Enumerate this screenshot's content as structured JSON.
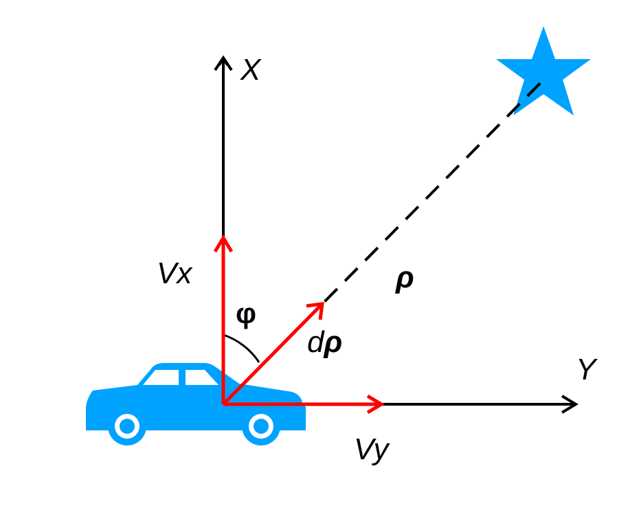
{
  "labels": {
    "x_axis": "X",
    "y_axis": "Y",
    "vx": "Vx",
    "vy": "Vy",
    "phi": "φ",
    "rho": "ρ",
    "d_rho_prefix": "d",
    "d_rho_symbol": "ρ"
  },
  "colors": {
    "axis": "#000000",
    "vector": "#ff0000",
    "car": "#00a2ff",
    "target": "#00a2ff",
    "line_of_sight": "#000000"
  },
  "icons": {
    "vehicle": "car-icon",
    "target": "star-icon"
  }
}
